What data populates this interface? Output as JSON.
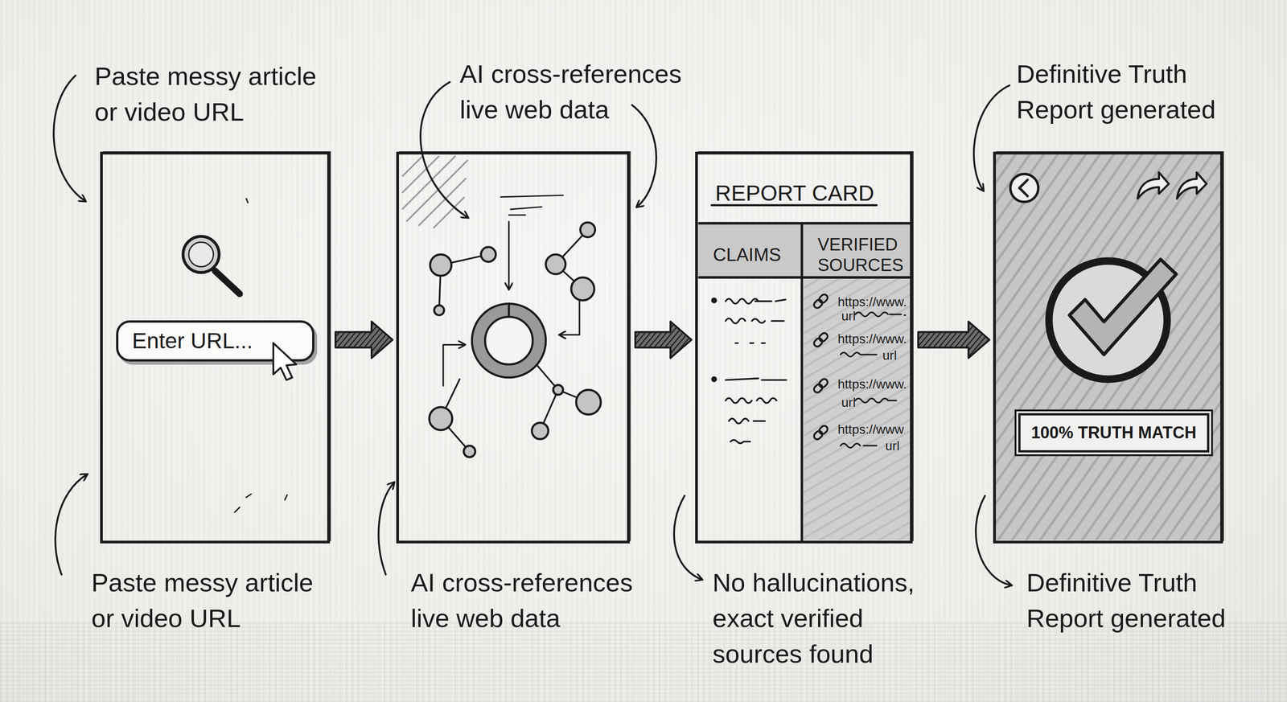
{
  "diagram": {
    "nodes": [
      {
        "text": [
          "Paste messy article or video URL",
          "Paste messy article or video URL"
        ]
      },
      {
        "text": [
          "Enter URL..."
        ],
        "in": 0
      },
      {
        "text": [
          "AI cross-references live web data",
          "AI cross-references live web data"
        ]
      },
      {
        "text": [
          "REPORT CARD",
          "No hallucinations, exact verified sources found"
        ]
      },
      {
        "text": [
          "Definitive Truth Report generated",
          "Definitive Truth Report generated"
        ]
      },
      {
        "text": [
          "100% TRUTH MATCH"
        ],
        "in": 4
      }
    ],
    "edges": [
      {
        "from": 0,
        "to": 2,
        "arrow": "to"
      },
      {
        "from": 2,
        "to": 3,
        "arrow": "to"
      },
      {
        "from": 3,
        "to": 4,
        "arrow": "to"
      }
    ],
    "labels": [
      "CLAIMS",
      "VERIFIED SOURCES",
      "https://www.",
      "url",
      "https://www.",
      "url",
      "https://www.",
      "url",
      "https://www",
      "url"
    ]
  }
}
